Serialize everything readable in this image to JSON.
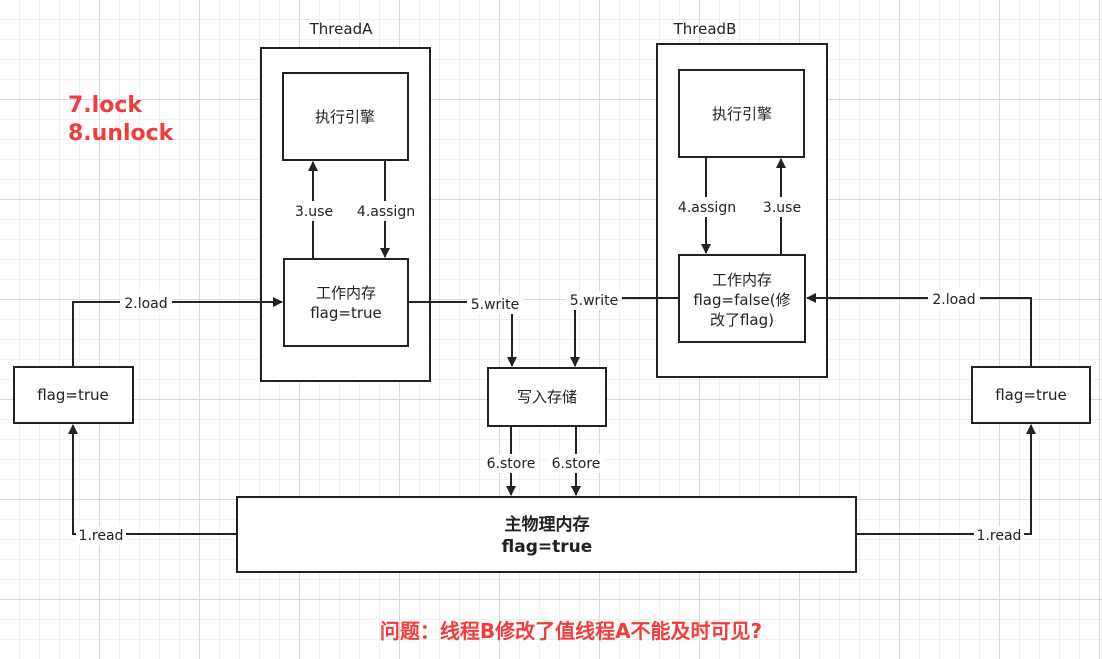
{
  "accent_color": "#f03c3c",
  "ink_color": "#222222",
  "annotations": {
    "lock": "7.lock",
    "unlock": "8.unlock"
  },
  "question": "问题：线程B修改了值线程A不能及时可见?",
  "thread_a": {
    "title": "ThreadA",
    "engine": "执行引擎",
    "work_mem_line1": "工作内存",
    "work_mem_line2": "flag=true",
    "use_label": "3.use",
    "assign_label": "4.assign"
  },
  "thread_b": {
    "title": "ThreadB",
    "engine": "执行引擎",
    "work_mem_line1": "工作内存",
    "work_mem_line2": "flag=false(修",
    "work_mem_line3": "改了flag)",
    "use_label": "3.use",
    "assign_label": "4.assign"
  },
  "left_flag": "flag=true",
  "right_flag": "flag=true",
  "write_store": "写入存储",
  "main_memory": {
    "title": "主物理内存",
    "value": "flag=true"
  },
  "edge_labels": {
    "left_read": "1.read",
    "left_load": "2.load",
    "right_read": "1.read",
    "right_load": "2.load",
    "a_write": "5.write",
    "b_write": "5.write",
    "store_left": "6.store",
    "store_right": "6.store"
  }
}
